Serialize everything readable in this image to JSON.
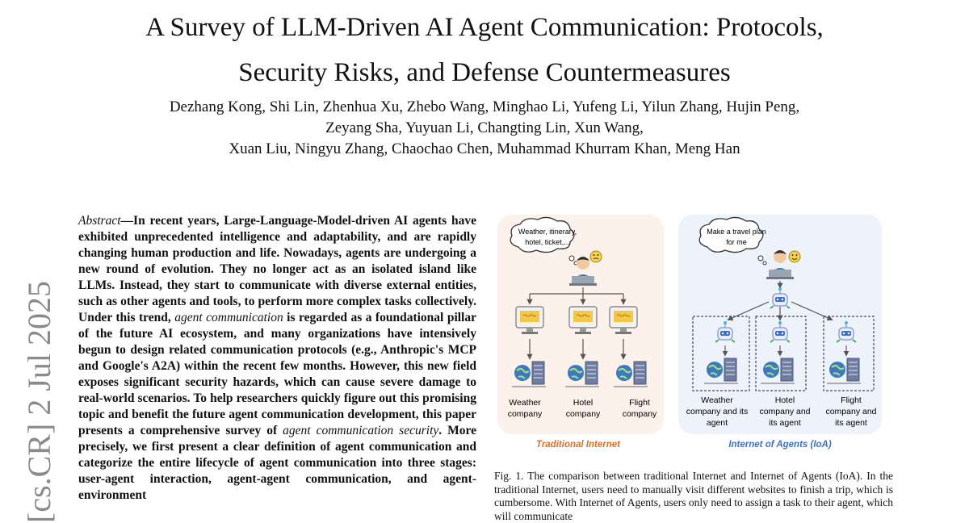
{
  "paper": {
    "title_line1": "A Survey of LLM-Driven AI Agent Communication: Protocols,",
    "title_line2": "Security Risks, and Defense Countermeasures",
    "authors_line1": "Dezhang Kong, Shi Lin, Zhenhua Xu, Zhebo Wang, Minghao Li, Yufeng Li, Yilun Zhang, Hujin Peng,",
    "authors_line2": "Zeyang Sha, Yuyuan Li, Changting Lin, Xun Wang,",
    "authors_line3": "Xuan Liu, Ningyu Zhang, Chaochao Chen, Muhammad Khurram Khan, Meng Han",
    "arxiv_stamp": "[cs.CR]  2 Jul 2025"
  },
  "abstract": {
    "label": "Abstract",
    "part1": "—In recent years, Large-Language-Model-driven AI agents have exhibited unprecedented intelligence and adaptability, and are rapidly changing human production and life. Nowadays, agents are undergoing a new round of evolution. They no longer act as an isolated island like LLMs. Instead, they start to communicate with diverse external entities, such as other agents and tools, to perform more complex tasks collectively. Under this trend, ",
    "em1": "agent communication",
    "part2": " is regarded as a foundational pillar of the future AI ecosystem, and many organizations have intensively begun to design related communication protocols (e.g., Anthropic's MCP and Google's A2A) within the recent few months. However, this new field exposes significant security hazards, which can cause severe damage to real-world scenarios. To help researchers quickly figure out this promising topic and benefit the future agent communication development, this paper presents a comprehensive survey of ",
    "em2": "agent communication security",
    "part3": ". More precisely, we first present a clear definition of agent communication and categorize the entire lifecycle of agent communication into three stages: user-agent interaction, agent-agent communication, and agent-environment"
  },
  "figure": {
    "left_bubble_line1": "Weather, itinerary,",
    "left_bubble_line2": "hotel, ticket,...",
    "right_bubble_line1": "Make a travel plan",
    "right_bubble_line2": "for me",
    "left_panel_label": "Traditional Internet",
    "right_panel_label": "Internet of Agents (IoA)",
    "left_companies": [
      {
        "line1": "Weather",
        "line2": "company"
      },
      {
        "line1": "Hotel",
        "line2": "company"
      },
      {
        "line1": "Flight",
        "line2": "company"
      }
    ],
    "right_companies": [
      {
        "line1": "Weather",
        "line2": "company and its",
        "line3": "agent"
      },
      {
        "line1": "Hotel",
        "line2": "company and",
        "line3": "its agent"
      },
      {
        "line1": "Flight",
        "line2": "company and",
        "line3": "its agent"
      }
    ],
    "colors": {
      "left_panel_bg": "#fdf1ec",
      "right_panel_bg": "#eef2fb",
      "left_label": "#d4702a",
      "right_label": "#3f6fc2",
      "server": "#6f7ea0",
      "globe": "#3a7bbf"
    },
    "icons": [
      "thought-bubble-icon",
      "user-at-laptop-icon",
      "monitor-icon",
      "robot-agent-icon",
      "globe-icon",
      "server-rack-icon"
    ]
  },
  "caption": {
    "text": "Fig. 1.  The comparison between traditional Internet and Internet of Agents (IoA). In the traditional Internet, users need to manually visit different websites to finish a trip, which is cumbersome. With Internet of Agents, users only need to assign a task to their agent, which will communicate"
  }
}
